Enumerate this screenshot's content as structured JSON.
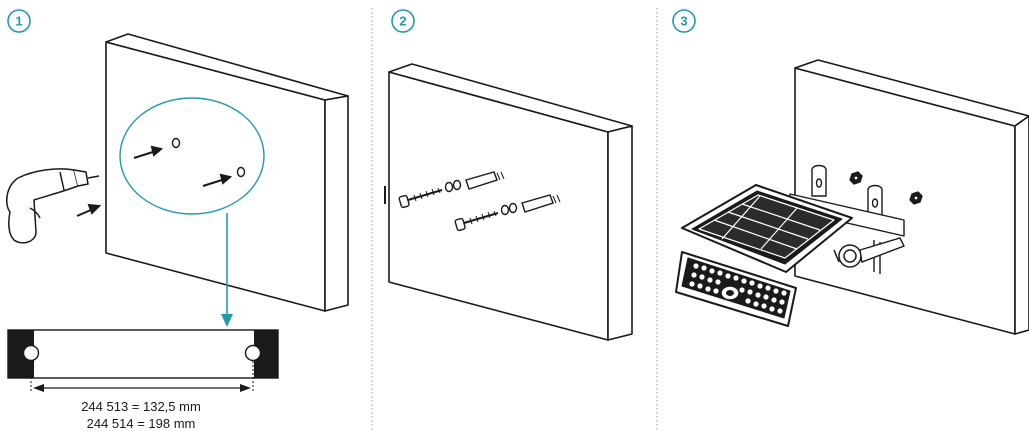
{
  "steps": [
    {
      "number": "1"
    },
    {
      "number": "2"
    },
    {
      "number": "3"
    }
  ],
  "dimensions": {
    "line1": "244 513 = 132,5 mm",
    "line2": "244 514 = 198 mm"
  },
  "colors": {
    "accent": "#1f9bb0",
    "ink": "#1a1a1a",
    "divider": "#9a9a9a"
  }
}
